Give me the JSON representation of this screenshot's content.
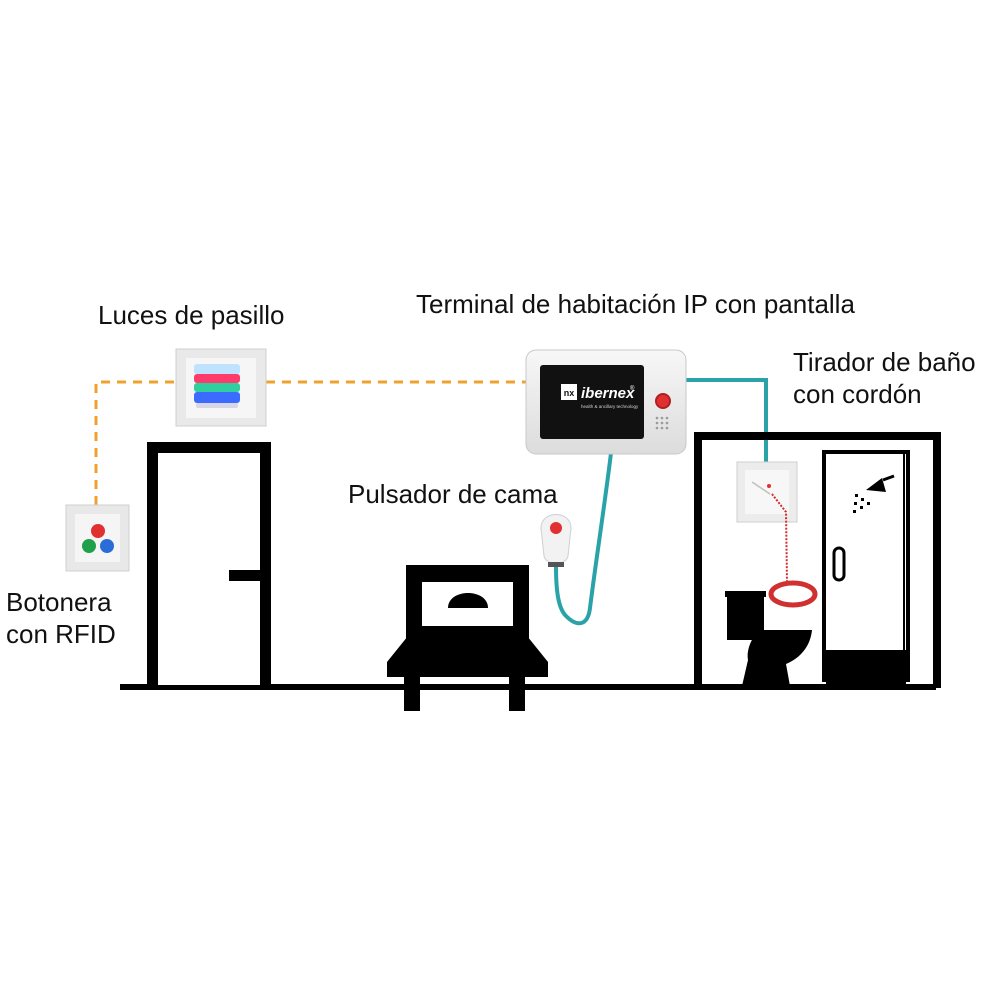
{
  "labels": {
    "corridor_lights": "Luces de pasillo",
    "room_terminal": "Terminal de habitación IP con pantalla",
    "bathroom_pull": [
      "Tirador de baño",
      "con cordón"
    ],
    "bed_button": "Pulsador de cama",
    "keypad": [
      "Botonera",
      "con RFID"
    ]
  },
  "brand": {
    "logo_mark": "nx",
    "name": "ibernex",
    "trademark": "®",
    "tagline": "health & ancillary technology"
  },
  "colors": {
    "ethernet_cable": "#f0a030",
    "cable": "#2aa3a8",
    "silhouette": "#000000",
    "alarm_red": "#e03030",
    "light_red": "#ff3b6b",
    "light_green": "#2fd0a0",
    "light_blue": "#3b6cff"
  },
  "icons": [
    "shower-icon",
    "toilet-icon",
    "bed-icon",
    "door-icon"
  ]
}
